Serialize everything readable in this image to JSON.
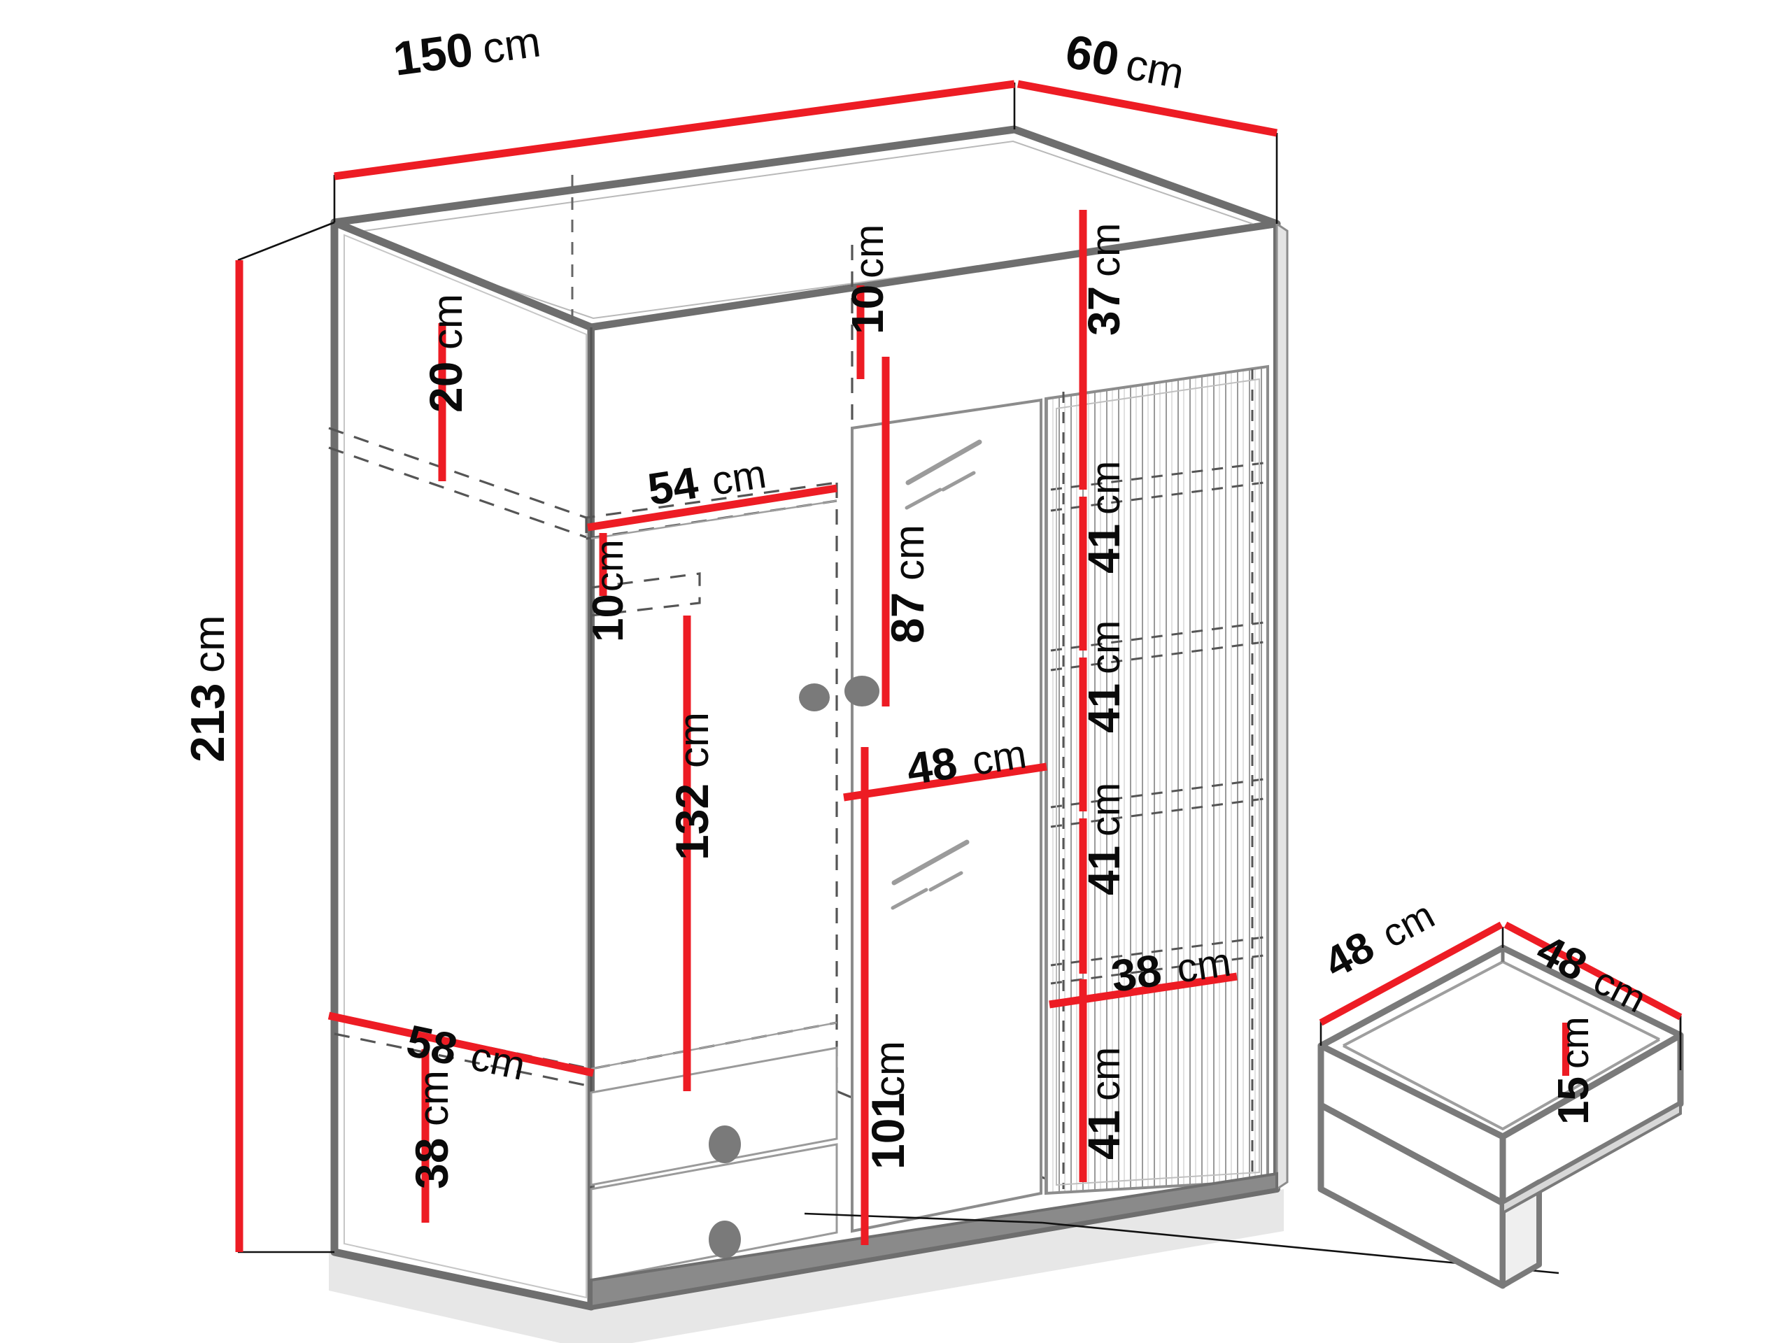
{
  "diagram": {
    "title": "Wardrobe dimension diagram",
    "unit": "cm",
    "colors": {
      "dimension_line": "#ED1C24",
      "body_outline": "#6E6E6E",
      "hidden_line": "#555555",
      "handle": "#7A7A7A",
      "text": "#0A0A0A",
      "background": "#FFFFFF"
    },
    "objects": [
      {
        "name": "wardrobe",
        "label": "3-door wardrobe with mirror and slatted door"
      },
      {
        "name": "drawer",
        "label": "pull-out drawer detail"
      }
    ]
  },
  "dimensions": {
    "overall_width": {
      "value": "150",
      "unit": "cm",
      "orient": "slope-up"
    },
    "overall_depth": {
      "value": "60",
      "unit": "cm",
      "orient": "slope-up"
    },
    "overall_height": {
      "value": "213",
      "unit": "cm",
      "orient": "vertical"
    },
    "left_top_shelf_gap": {
      "value": "20",
      "unit": "cm",
      "orient": "vertical"
    },
    "left_shelf_width": {
      "value": "54",
      "unit": "cm",
      "orient": "slope-up"
    },
    "left_shelf_thickness": {
      "value": "10",
      "unit": "cm",
      "orient": "vertical"
    },
    "left_hanging_height": {
      "value": "132",
      "unit": "cm",
      "orient": "vertical"
    },
    "left_bottom_shelf_width": {
      "value": "58",
      "unit": "cm",
      "orient": "slope-down"
    },
    "left_bottom_drawer_height": {
      "value": "38",
      "unit": "cm",
      "orient": "vertical"
    },
    "mid_top_gap": {
      "value": "10",
      "unit": "cm",
      "orient": "vertical"
    },
    "mid_upper_section": {
      "value": "87",
      "unit": "cm",
      "orient": "vertical"
    },
    "mid_door_width": {
      "value": "48",
      "unit": "cm",
      "orient": "slope-up"
    },
    "mid_lower_section": {
      "value": "101",
      "unit": "cm",
      "orient": "vertical"
    },
    "right_shelf_1": {
      "value": "37",
      "unit": "cm",
      "orient": "vertical"
    },
    "right_shelf_2": {
      "value": "41",
      "unit": "cm",
      "orient": "vertical"
    },
    "right_shelf_3": {
      "value": "41",
      "unit": "cm",
      "orient": "vertical"
    },
    "right_shelf_4": {
      "value": "41",
      "unit": "cm",
      "orient": "vertical"
    },
    "right_shelf_width": {
      "value": "38",
      "unit": "cm",
      "orient": "slope-up"
    },
    "right_shelf_5": {
      "value": "41",
      "unit": "cm",
      "orient": "vertical"
    },
    "drawer_width_left": {
      "value": "48",
      "unit": "cm",
      "orient": "slope-up"
    },
    "drawer_width_right": {
      "value": "48",
      "unit": "cm",
      "orient": "slope-down"
    },
    "drawer_height": {
      "value": "15",
      "unit": "cm",
      "orient": "vertical"
    }
  },
  "labels": {
    "w150": "150",
    "d60": "60",
    "h213": "213",
    "v20": "20",
    "w54": "54",
    "v10a": "10",
    "v132": "132",
    "w58": "58",
    "v38a": "38",
    "v10b": "10",
    "v87": "87",
    "w48": "48",
    "v101": "101",
    "s37": "37",
    "s41a": "41",
    "s41b": "41",
    "s41c": "41",
    "w38b": "38",
    "s41d": "41",
    "dw48a": "48",
    "dw48b": "48",
    "dh15": "15",
    "cm": "cm"
  }
}
